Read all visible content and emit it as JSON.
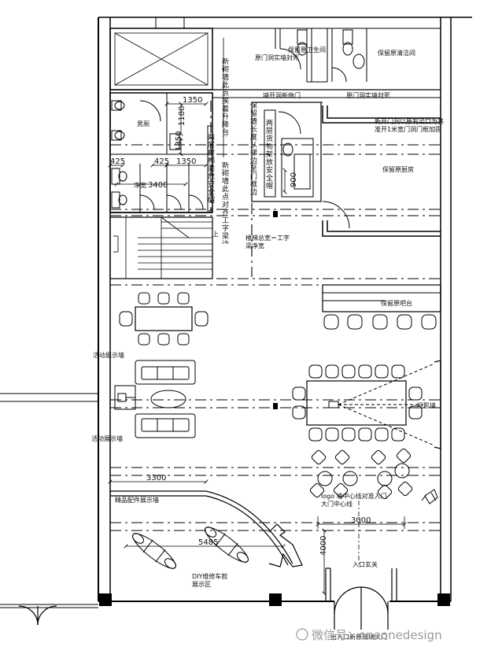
{
  "rooms": {
    "original_door_sealed": "原门洞实墙封死",
    "keep_original_toilet": "保留原卫生间",
    "keep_original_cleaning": "保留原清洁间",
    "wall_new_door": "墙开洞新做门",
    "original_door_sealed_2": "原门洞实墙封死",
    "new_door_note": "新开门洞以原有梁口为基准开1米宽门洞门框加固",
    "keep_original_kitchen": "保留原厨房",
    "mens_toilet": "男厕",
    "net_width_label": "净宽",
    "keep_original_bar": "保留原吧台",
    "activity_display_wall_1": "活动展示墙",
    "activity_display_wall_2": "活动展示墙",
    "projection_wall": "投影墙",
    "accessory_display_wall": "精品配件展示墙",
    "logo_note": "logo 墙中心线对准入门大门中心线",
    "entrance_hall": "入口玄关",
    "diy_repair": "DIY维修车款展示区",
    "entrance_door": "出入口新原玻璃大门",
    "stair_up": "上"
  },
  "notes": {
    "new_wall_note_1": "新砌墙此点挨着升降台边",
    "new_wall_note_2": "新砌墙此点对齐工字梁边",
    "stair_safety_note": "两层楼梯梁放安全帽",
    "retain_wall_note": "保留墙长度从梯边至门框边",
    "double_layer_note": "两层货物架放安全帽",
    "stair_total_width": "楼梯总宽＝工字梁净宽"
  },
  "dimensions": {
    "d1350_top": "1350",
    "d1180": "1180",
    "d1850": "1850",
    "d425_left": "425",
    "d425_mid": "425",
    "d1350_mid": "1350",
    "d3400": "3400",
    "d900": "900",
    "d3300": "3300",
    "d5485": "5485",
    "d3000": "3000",
    "d4000": "4000"
  },
  "watermark": "微信号：oneonedesign"
}
